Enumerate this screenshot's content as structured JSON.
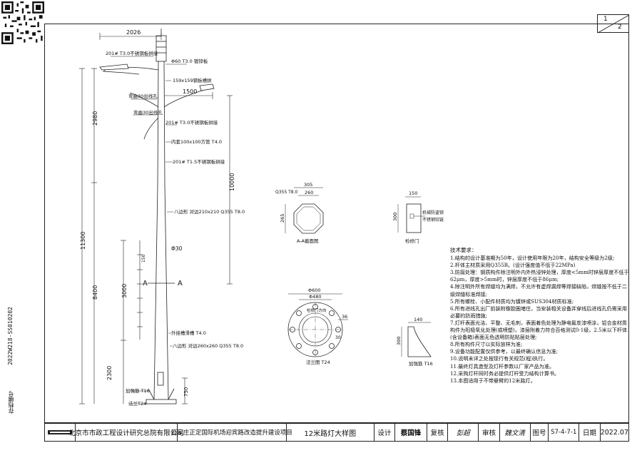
{
  "sheet": {
    "number": "1",
    "total": "2"
  },
  "side_code": {
    "text": "2022W218-SS010202",
    "label": "存档编号"
  },
  "title_block": {
    "company": "北京市市政工程设计研究总院有限公司",
    "project": "石家庄正定国际机场迎宾路改造提升建设项目",
    "drawing_title": "12米路灯大样图",
    "design_label": "设计",
    "design_sig": "蔡国锋",
    "review_label": "复核",
    "review_sig": "彭超",
    "approve_label": "审核",
    "approve_sig": "魏文清",
    "drawing_no_label": "图号",
    "drawing_no": "S7-4-7-1",
    "date_label": "日期",
    "date": "2022.07"
  },
  "main_view": {
    "dims": {
      "arm_width": "2026",
      "upper_arm": "1500",
      "h_2980": "2980",
      "h_10000": "10000",
      "h_11300": "11300",
      "h_8400": "8400",
      "h_3000": "3000",
      "h_2300": "2300",
      "h_750": "750",
      "d30": "Φ30",
      "d150": "150"
    },
    "labels": {
      "arm_joint": "201# T3.0不锈钢板拼接",
      "pipe_top": "Φ60 T3.0 镀锌板",
      "bracket": "159x159钢板槽拼",
      "bend1": "弯曲30出线孔",
      "bend2": "弯曲30出线孔",
      "joint2": "201# T3.0不锈钢板拼接",
      "inner_pipe": "内套100x100方管 T4.0",
      "joint3": "201# T1.5不锈钢板拼接",
      "octagon1": "八边形 对边210x210 Q355 T8.0",
      "gusset": "外挂槽滑槽 T4.0",
      "octagon2": "八边形 对边260x260 Q355 T8.0",
      "stiffener": "加强筋 T16",
      "base_plate": "法兰T24",
      "section_a": "A",
      "section_a2": "A"
    }
  },
  "section_aa": {
    "title": "A-A截面图",
    "dim_305": "305",
    "dim_260": "260",
    "dim_265": "265",
    "dim_side": "305",
    "material": "Q355 T8.0"
  },
  "door": {
    "title": "检修门",
    "dim_150": "150",
    "dim_300": "300",
    "label1": "机械防盗锁",
    "label2": "不锈钢铰链"
  },
  "flange": {
    "title": "法兰图 T24",
    "d600": "Φ600",
    "d480": "Φ480",
    "door_dir": "检修门方向",
    "d36": "36",
    "m30": "30"
  },
  "stiffener": {
    "title": "加强筋 T16",
    "d140": "140",
    "d300": "300"
  },
  "notes": {
    "heading": "技术要求：",
    "items": [
      "1.结构的设计基准期为50年，设计使用年限为20年，结构安全等级为2级;",
      "2.杆体主材质采用Q355B。(设计强度值不低于22MPa)",
      "3.防腐处理：钢质构件除注明外内外热浸锌处理，厚度<5mm时锌层厚度不低于62μm，厚度>5mm时，锌层厚度不低于86μm;",
      "4.除注明外所有焊缝均为满焊，不允许有虚焊漏焊等焊接缺陷，焊缝按不低于二级焊缝标准焊接;",
      "5.所有螺栓、小配件材质均为镀锌或SUS304材质标准;",
      "6.所有进线孔出厂前装附橡胶圈堵住，当安装相关设备并穿线后进线孔仍需采用必要的防雨措施;",
      "7.灯杆表面光洁、平整、无毛刺，表面着色处理为静电氟炭漆喷涂，铝合金材质构件为阳极氧化处理(或喷塑)，漆层附着力符合百格测试0-1级，2.5米以下杆体(含设备箱)表面无色透明防贴贴层处理;",
      "8.所有构件尺寸以实际放样为准;",
      "9.设备功能配置仅供参考，以最终确认信息为准;",
      "10.说明未详之处按现行有关规范(程)执行。",
      "11.最终灯具造型及灯杆参数以厂家产品为准。",
      "12.采购灯杆同时务必提供灯杆受力结构计算书。",
      "13.本图适用于不带悬臂的12米路灯。"
    ]
  }
}
